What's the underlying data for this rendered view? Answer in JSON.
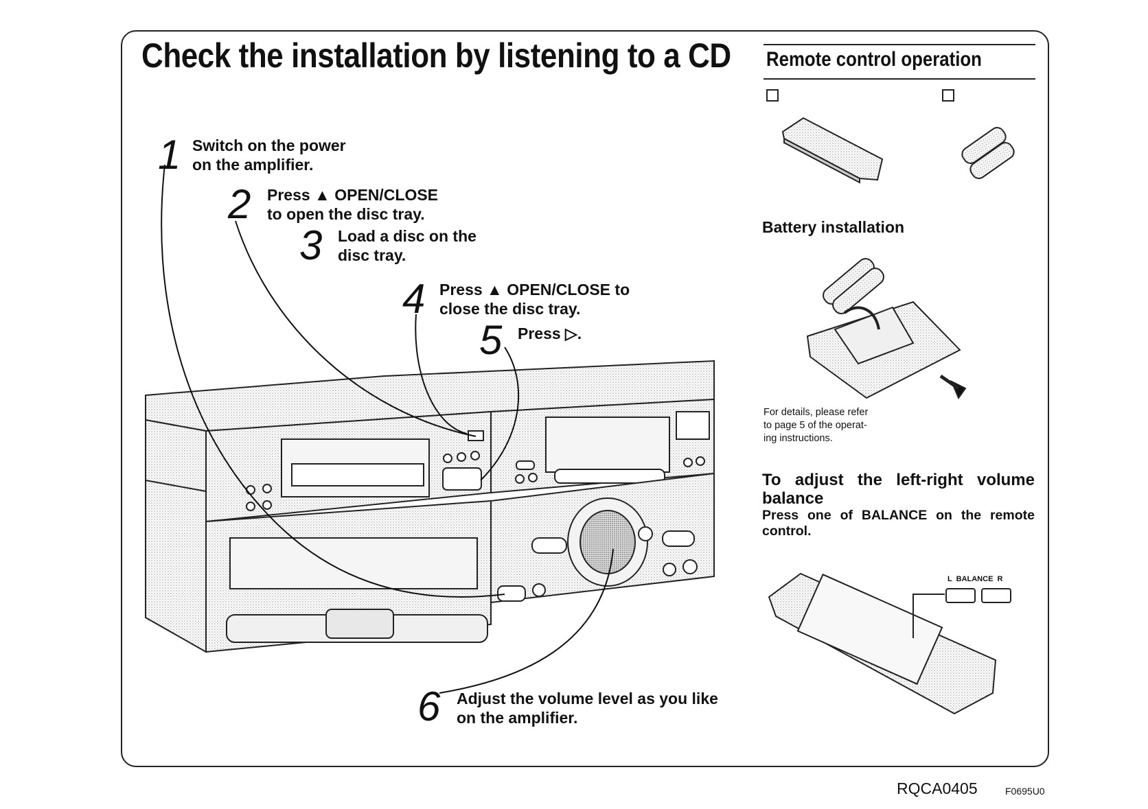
{
  "page": {
    "title": "Check the installation by listening to a CD",
    "code": "RQCA0405",
    "revision": "F0695U0"
  },
  "steps": [
    {
      "num": "1",
      "lines": [
        "Switch on the power",
        "on the amplifier."
      ]
    },
    {
      "num": "2",
      "lines": [
        "Press ▲ OPEN/CLOSE",
        "to open the disc tray."
      ]
    },
    {
      "num": "3",
      "lines": [
        "Load a disc on the",
        "disc tray."
      ]
    },
    {
      "num": "4",
      "lines": [
        "Press ▲ OPEN/CLOSE to",
        "close the disc tray."
      ]
    },
    {
      "num": "5",
      "lines": [
        "Press ▷."
      ]
    },
    {
      "num": "6",
      "lines": [
        "Adjust the volume level as you like",
        "on the amplifier."
      ]
    }
  ],
  "remote": {
    "heading": "Remote control operation",
    "battery_heading": "Battery installation",
    "note": [
      "For details, please refer",
      "to page 5 of the operat-",
      "ing instructions."
    ],
    "balance_heading": "To adjust the left-right volume balance",
    "balance_text": "Press one of BALANCE on the remote control.",
    "balance_label": "L  BALANCE  R"
  },
  "icons": [
    "remote-control-icon",
    "batteries-icon",
    "battery-installation-illustration",
    "stereo-system-illustration",
    "remote-balance-illustration"
  ]
}
